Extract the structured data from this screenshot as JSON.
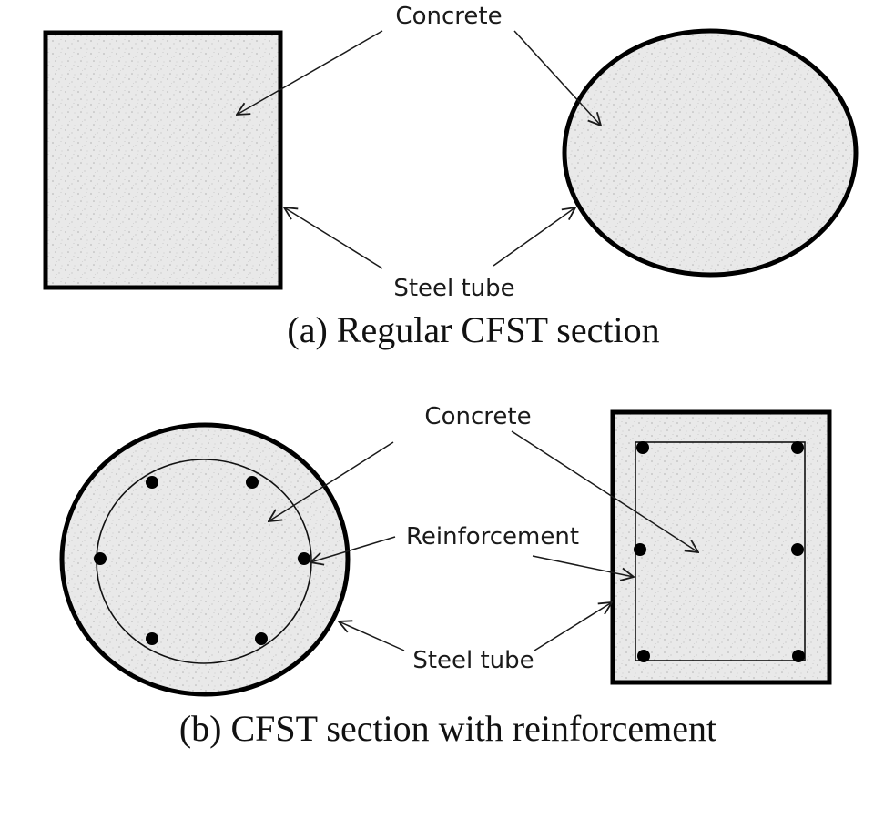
{
  "panel_a": {
    "concrete_label": "Concrete",
    "steel_label": "Steel tube",
    "caption": "(a) Regular CFST section"
  },
  "panel_b": {
    "concrete_label": "Concrete",
    "reinforcement_label": "Reinforcement",
    "steel_label": "Steel tube",
    "caption": "(b) CFST section with reinforcement"
  },
  "colors": {
    "concrete_fill": "#e9e9e9",
    "concrete_speckle": "#bdbdbd",
    "steel": "#000000",
    "ink": "#1a1a1a"
  },
  "icons": {
    "arrowhead": "open-arrow-icon",
    "rebar": "filled-dot-icon"
  }
}
